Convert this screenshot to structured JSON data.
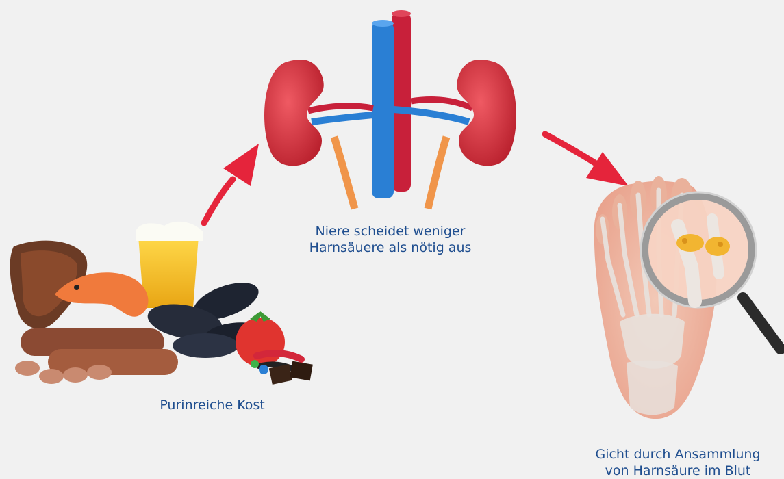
{
  "steps": {
    "diet": {
      "label": "Purinreiche Kost"
    },
    "kidney": {
      "label_line1": "Niere scheidet weniger",
      "label_line2": "Harnsäuere als nötig aus"
    },
    "gout": {
      "label_line1": "Gicht durch Ansammlung",
      "label_line2": "von Harnsäure im Blut"
    }
  },
  "colors": {
    "background": "#f1f1f1",
    "label_text": "#1f4e8f",
    "arrow": "#e5243b",
    "kidney": "#d9333f",
    "vein": "#2a7fd4",
    "artery": "#c8203a",
    "ureter": "#f0954a"
  },
  "icons": [
    "food-illustration",
    "kidney-illustration",
    "foot-xray-illustration",
    "magnifier-icon",
    "arrow-icon"
  ]
}
